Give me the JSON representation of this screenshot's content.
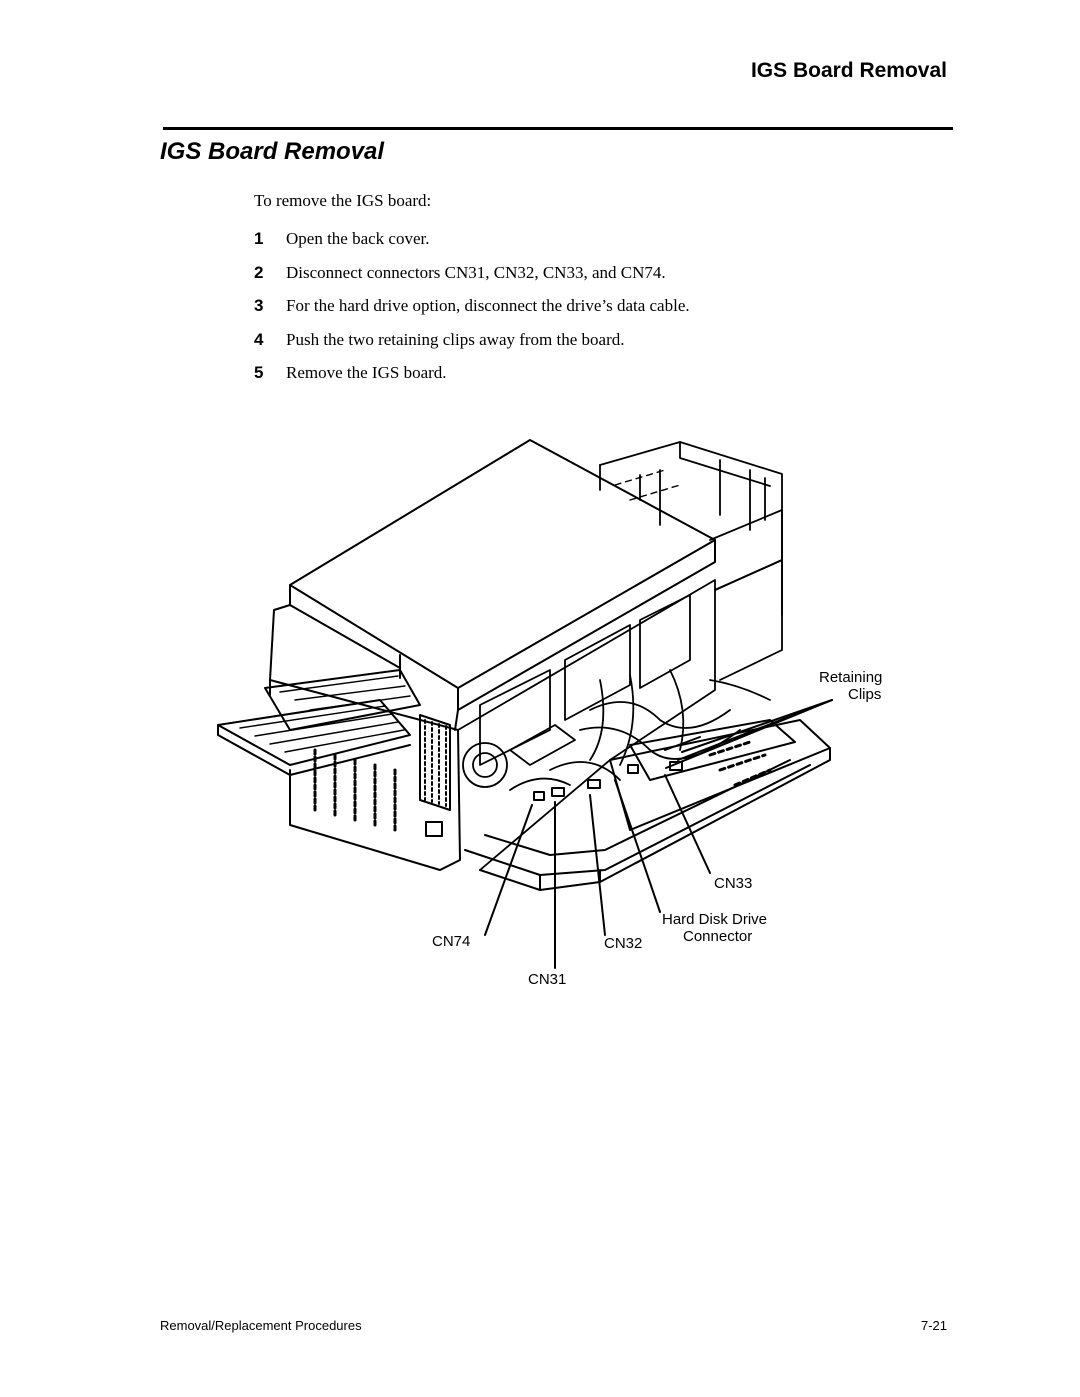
{
  "header": {
    "running_title": "IGS Board Removal"
  },
  "section": {
    "title": "IGS Board Removal",
    "intro": "To remove the IGS board:",
    "steps": [
      {
        "number": "1",
        "text": "Open the back cover."
      },
      {
        "number": "2",
        "text": "Disconnect connectors CN31, CN32, CN33, and CN74."
      },
      {
        "number": "3",
        "text": "For the hard drive option, disconnect the drive’s data cable."
      },
      {
        "number": "4",
        "text": "Push the two retaining clips away from the board."
      },
      {
        "number": "5",
        "text": "Remove the IGS board."
      }
    ]
  },
  "figure": {
    "callouts": {
      "retaining": "Retaining",
      "clips": "Clips",
      "cn33": "CN33",
      "hdd_line1": "Hard Disk Drive",
      "hdd_line2": "Connector",
      "cn74": "CN74",
      "cn32": "CN32",
      "cn31": "CN31"
    }
  },
  "footer": {
    "chapter": "Removal/Replacement Procedures",
    "page_number": "7-21"
  }
}
